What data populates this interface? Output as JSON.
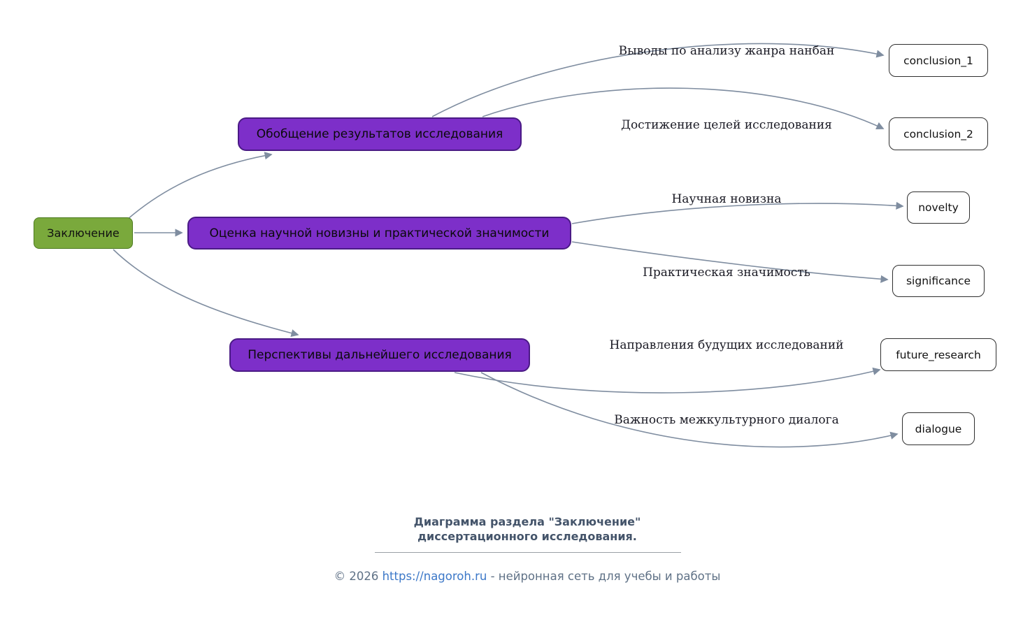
{
  "diagram": {
    "root": {
      "label": "Заключение"
    },
    "branches": [
      {
        "label": "Обобщение результатов исследования",
        "children": [
          {
            "edge_label": "Выводы по анализу жанра нанбан",
            "label": "conclusion_1"
          },
          {
            "edge_label": "Достижение целей исследования",
            "label": "conclusion_2"
          }
        ]
      },
      {
        "label": "Оценка научной новизны и практической значимости",
        "children": [
          {
            "edge_label": "Научная новизна",
            "label": "novelty"
          },
          {
            "edge_label": "Практическая значимость",
            "label": "significance"
          }
        ]
      },
      {
        "label": "Перспективы дальнейшего исследования",
        "children": [
          {
            "edge_label": "Направления будущих исследований",
            "label": "future_research"
          },
          {
            "edge_label": "Важность межкультурного диалога",
            "label": "dialogue"
          }
        ]
      }
    ]
  },
  "caption": {
    "line1": "Диаграмма раздела \"Заключение\"",
    "line2": "диссертационного исследования."
  },
  "footer": {
    "prefix": "© 2026 ",
    "link": "https://nagoroh.ru",
    "suffix": " - нейронная сеть для учебы и работы"
  },
  "colors": {
    "root_fill": "#7aa93c",
    "root_border": "#4c7a1f",
    "branch_fill": "#7d2fc9",
    "branch_border": "#4a1a85",
    "leaf_fill": "#ffffff",
    "leaf_border": "#2f2f2f",
    "edge": "#7f8da0",
    "caption_text": "#44546a",
    "footer_text": "#5f7186",
    "link_text": "#3c78c8"
  }
}
